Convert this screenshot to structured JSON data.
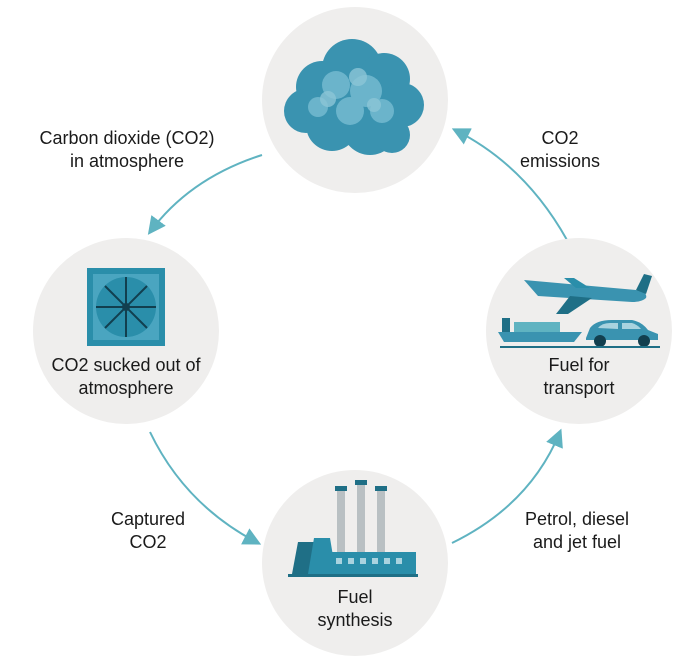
{
  "nodes": {
    "atmosphere": {
      "icon": "cloud-icon"
    },
    "capture": {
      "icon": "air-capture-fan-icon",
      "lines": [
        "CO2 sucked out of",
        "atmosphere"
      ]
    },
    "synthesis": {
      "icon": "factory-icon",
      "lines": [
        "Fuel",
        "synthesis"
      ]
    },
    "transport": {
      "icon": "transport-vehicles-icon",
      "lines": [
        "Fuel for",
        "transport"
      ]
    }
  },
  "edges": {
    "atmosphere_to_capture": {
      "lines": [
        "Carbon dioxide (CO2)",
        "in atmosphere"
      ]
    },
    "capture_to_synthesis": {
      "lines": [
        "Captured",
        "CO2"
      ]
    },
    "synthesis_to_transport": {
      "lines": [
        "Petrol, diesel",
        "and jet fuel"
      ]
    },
    "transport_to_atmosphere": {
      "lines": [
        "CO2",
        "emissions"
      ]
    }
  },
  "colors": {
    "accent": "#5fb3c1",
    "teal_dark": "#1f6f86",
    "teal_mid": "#2a8eaa",
    "teal_light": "#a9d3df",
    "circle_bg": "#efeeed",
    "arrow": "#5fb3c1"
  }
}
